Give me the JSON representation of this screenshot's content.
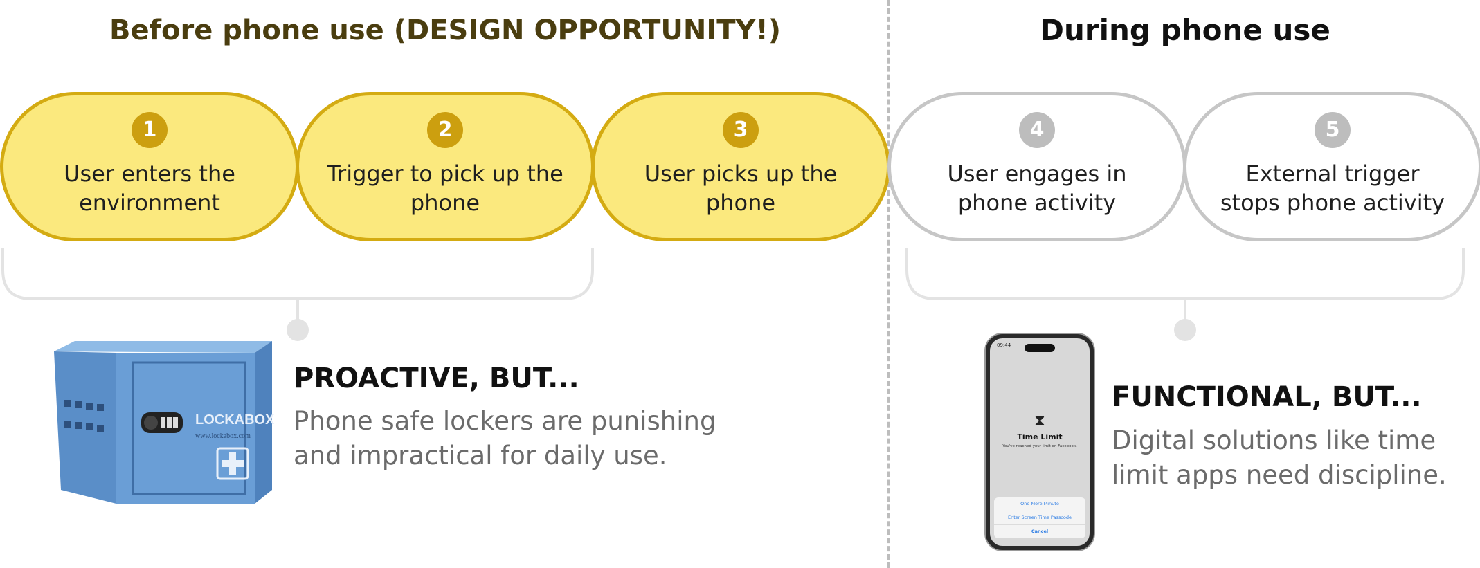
{
  "sections": {
    "before": {
      "title": "Before phone use (DESIGN OPPORTUNITY!)"
    },
    "during": {
      "title": "During phone use"
    }
  },
  "steps": [
    {
      "number": "1",
      "label": "User enters the environment",
      "state": "active"
    },
    {
      "number": "2",
      "label": "Trigger to pick up the phone",
      "state": "active"
    },
    {
      "number": "3",
      "label": "User picks up the phone",
      "state": "active"
    },
    {
      "number": "4",
      "label": "User engages in phone activity",
      "state": "inactive"
    },
    {
      "number": "5",
      "label": "External trigger stops phone activity",
      "state": "inactive"
    }
  ],
  "before_solution": {
    "heading": "PROACTIVE, BUT...",
    "description_line1": "Phone safe lockers are punishing",
    "description_line2": "and impractical for daily use.",
    "image": {
      "brand": "LOCKABOX",
      "url_text": "www.lockabox.com"
    }
  },
  "during_solution": {
    "heading": "FUNCTIONAL, BUT...",
    "description_line1": "Digital solutions like time",
    "description_line2": "limit apps need discipline.",
    "phone": {
      "status_time": "09:44",
      "title": "Time Limit",
      "subtitle": "You've reached your limit on Facebook.",
      "options": [
        "One More Minute",
        "Enter Screen Time Passcode",
        "Cancel"
      ]
    }
  },
  "colors": {
    "active_fill": "#fbe97e",
    "active_border": "#d4ab12",
    "active_badge": "#cc9f0f",
    "inactive_border": "#c6c6c6",
    "inactive_badge": "#bdbdbd",
    "locker_blue": "#6a9ed6"
  }
}
